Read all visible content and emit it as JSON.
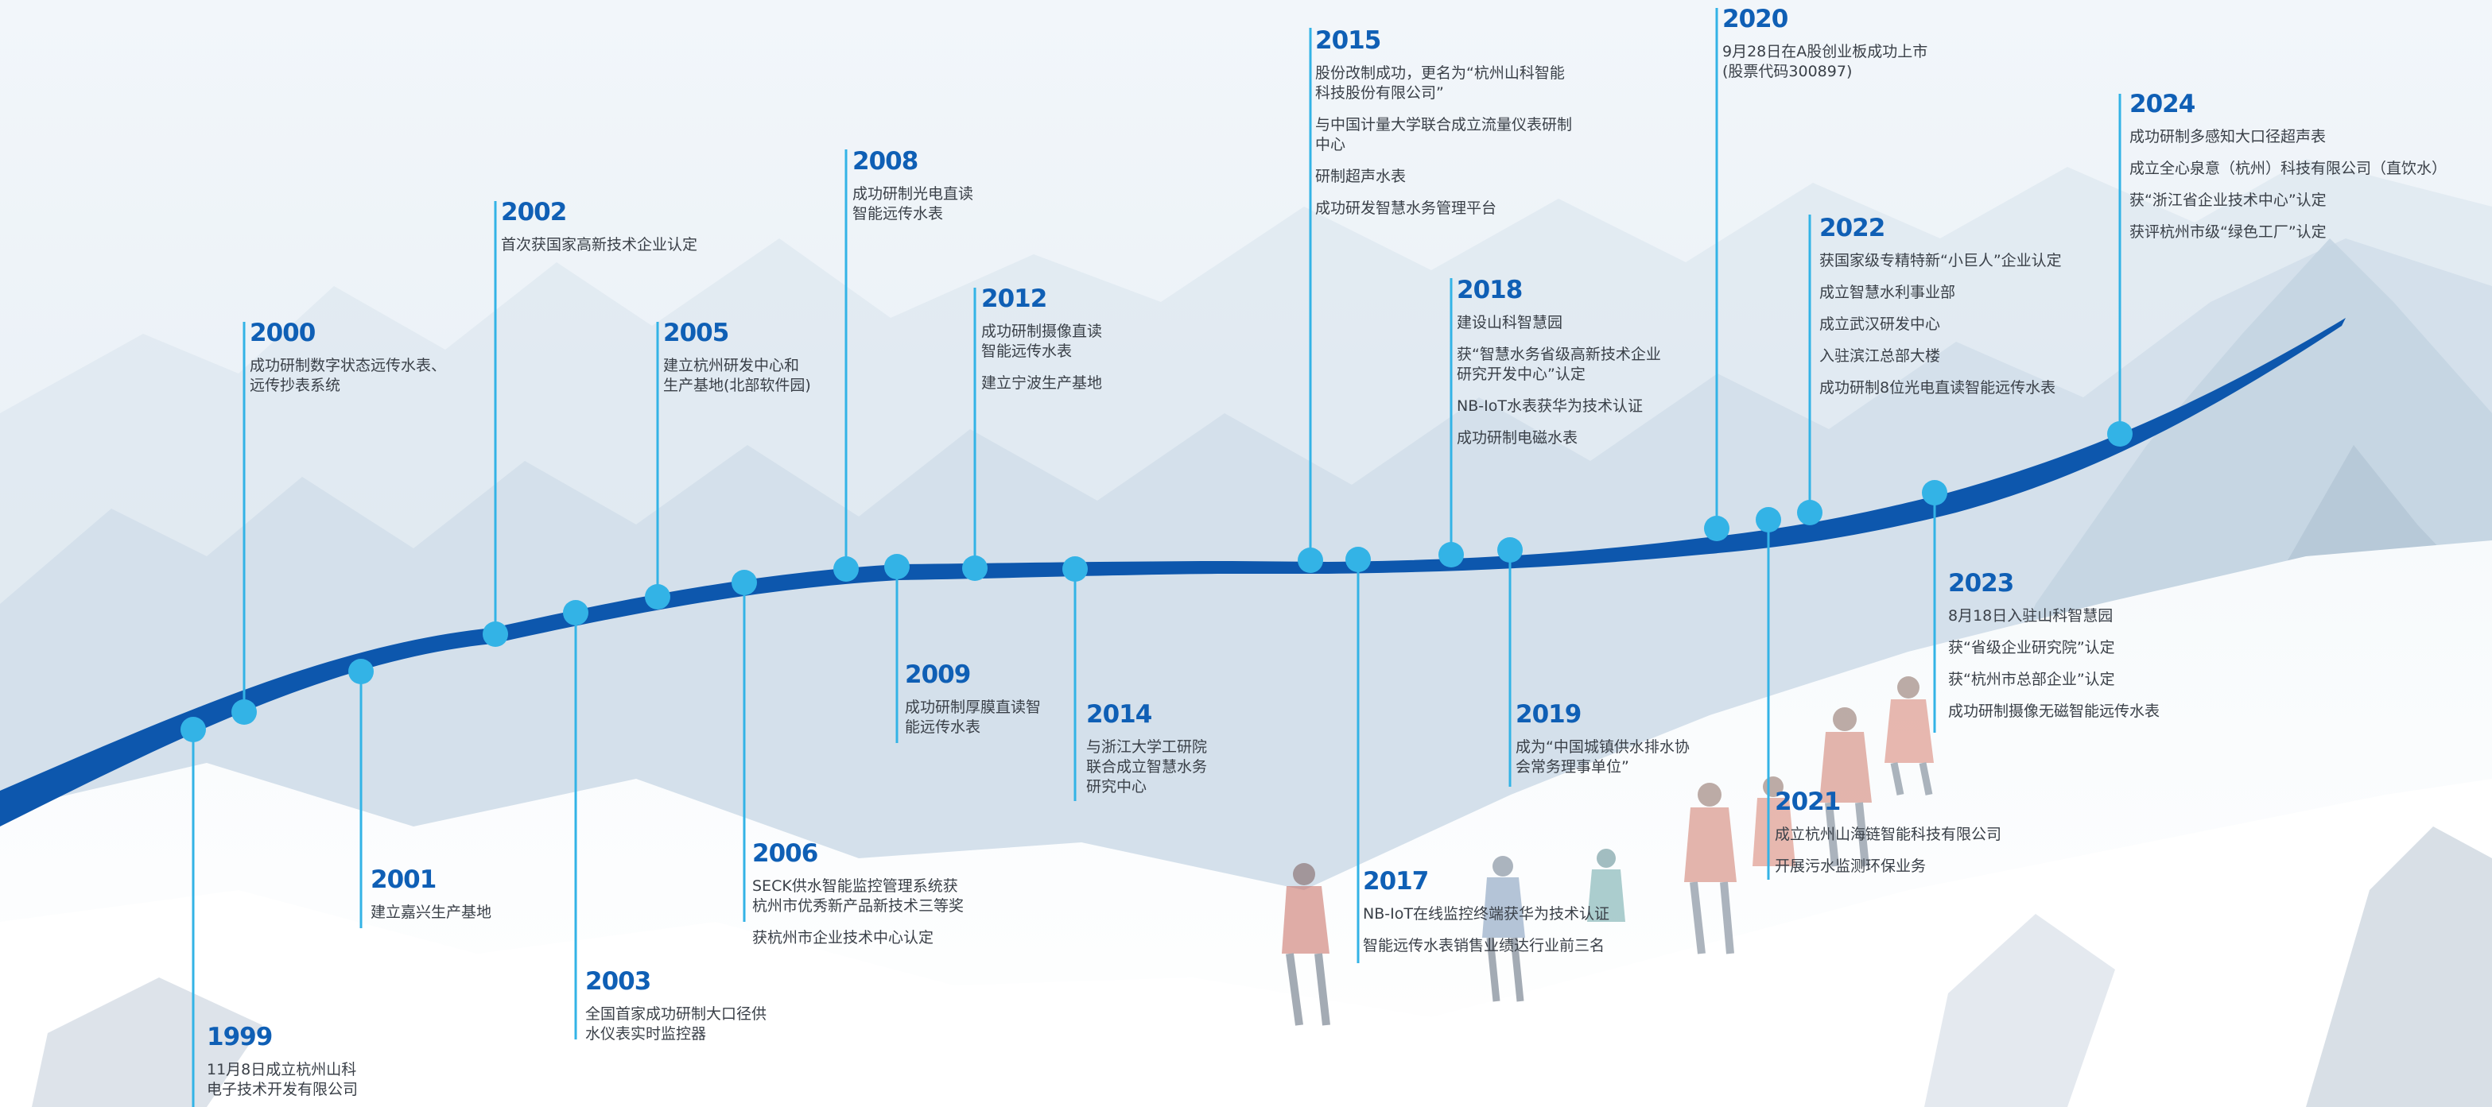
{
  "timeline": [
    {
      "year": "1999",
      "items": [
        "11月8日成立杭州山科\n电子技术开发有限公司"
      ]
    },
    {
      "year": "2000",
      "items": [
        "成功研制数字状态远传水表、\n远传抄表系统"
      ]
    },
    {
      "year": "2001",
      "items": [
        "建立嘉兴生产基地"
      ]
    },
    {
      "year": "2002",
      "items": [
        "首次获国家高新技术企业认定"
      ]
    },
    {
      "year": "2003",
      "items": [
        "全国首家成功研制大口径供\n水仪表实时监控器"
      ]
    },
    {
      "year": "2005",
      "items": [
        "建立杭州研发中心和\n生产基地(北部软件园)"
      ]
    },
    {
      "year": "2006",
      "items": [
        "SECK供水智能监控管理系统获\n杭州市优秀新产品新技术三等奖",
        "获杭州市企业技术中心认定"
      ]
    },
    {
      "year": "2008",
      "items": [
        "成功研制光电直读\n智能远传水表"
      ]
    },
    {
      "year": "2009",
      "items": [
        "成功研制厚膜直读智\n能远传水表"
      ]
    },
    {
      "year": "2012",
      "items": [
        "成功研制摄像直读\n智能远传水表",
        "建立宁波生产基地"
      ]
    },
    {
      "year": "2014",
      "items": [
        "与浙江大学工研院\n联合成立智慧水务\n研究中心"
      ]
    },
    {
      "year": "2015",
      "items": [
        "股份改制成功，更名为“杭州山科智能\n科技股份有限公司”",
        "与中国计量大学联合成立流量仪表研制\n中心",
        "研制超声水表",
        "成功研发智慧水务管理平台"
      ]
    },
    {
      "year": "2017",
      "items": [
        "NB-IoT在线监控终端获华为技术认证",
        "智能远传水表销售业绩达行业前三名"
      ]
    },
    {
      "year": "2018",
      "items": [
        "建设山科智慧园",
        "获“智慧水务省级高新技术企业\n研究开发中心”认定",
        "NB-IoT水表获华为技术认证",
        "成功研制电磁水表"
      ]
    },
    {
      "year": "2019",
      "items": [
        "成为“中国城镇供水排水协\n会常务理事单位”"
      ]
    },
    {
      "year": "2020",
      "items": [
        "9月28日在A股创业板成功上市\n(股票代码300897)"
      ]
    },
    {
      "year": "2021",
      "items": [
        "成立杭州山海链智能科技有限公司",
        "开展污水监测环保业务"
      ]
    },
    {
      "year": "2022",
      "items": [
        "获国家级专精特新“小巨人”企业认定",
        "成立智慧水利事业部",
        "成立武汉研发中心",
        "入驻滨江总部大楼",
        "成功研制8位光电直读智能远传水表"
      ]
    },
    {
      "year": "2023",
      "items": [
        "8月18日入驻山科智慧园",
        "获“省级企业研究院”认定",
        "获“杭州市总部企业”认定",
        "成功研制摄像无磁智能远传水表"
      ]
    },
    {
      "year": "2024",
      "items": [
        "成功研制多感知大口径超声表",
        "成立全心泉意（杭州）科技有限公司（直饮水）",
        "获“浙江省企业技术中心”认定",
        "获评杭州市级“绿色工厂”认定"
      ]
    }
  ],
  "colors": {
    "band": "#0d57ad",
    "stem": "#33b3e6",
    "dot": "#33b3e6",
    "year": "#0f5fb5",
    "text": "#3a4048"
  }
}
